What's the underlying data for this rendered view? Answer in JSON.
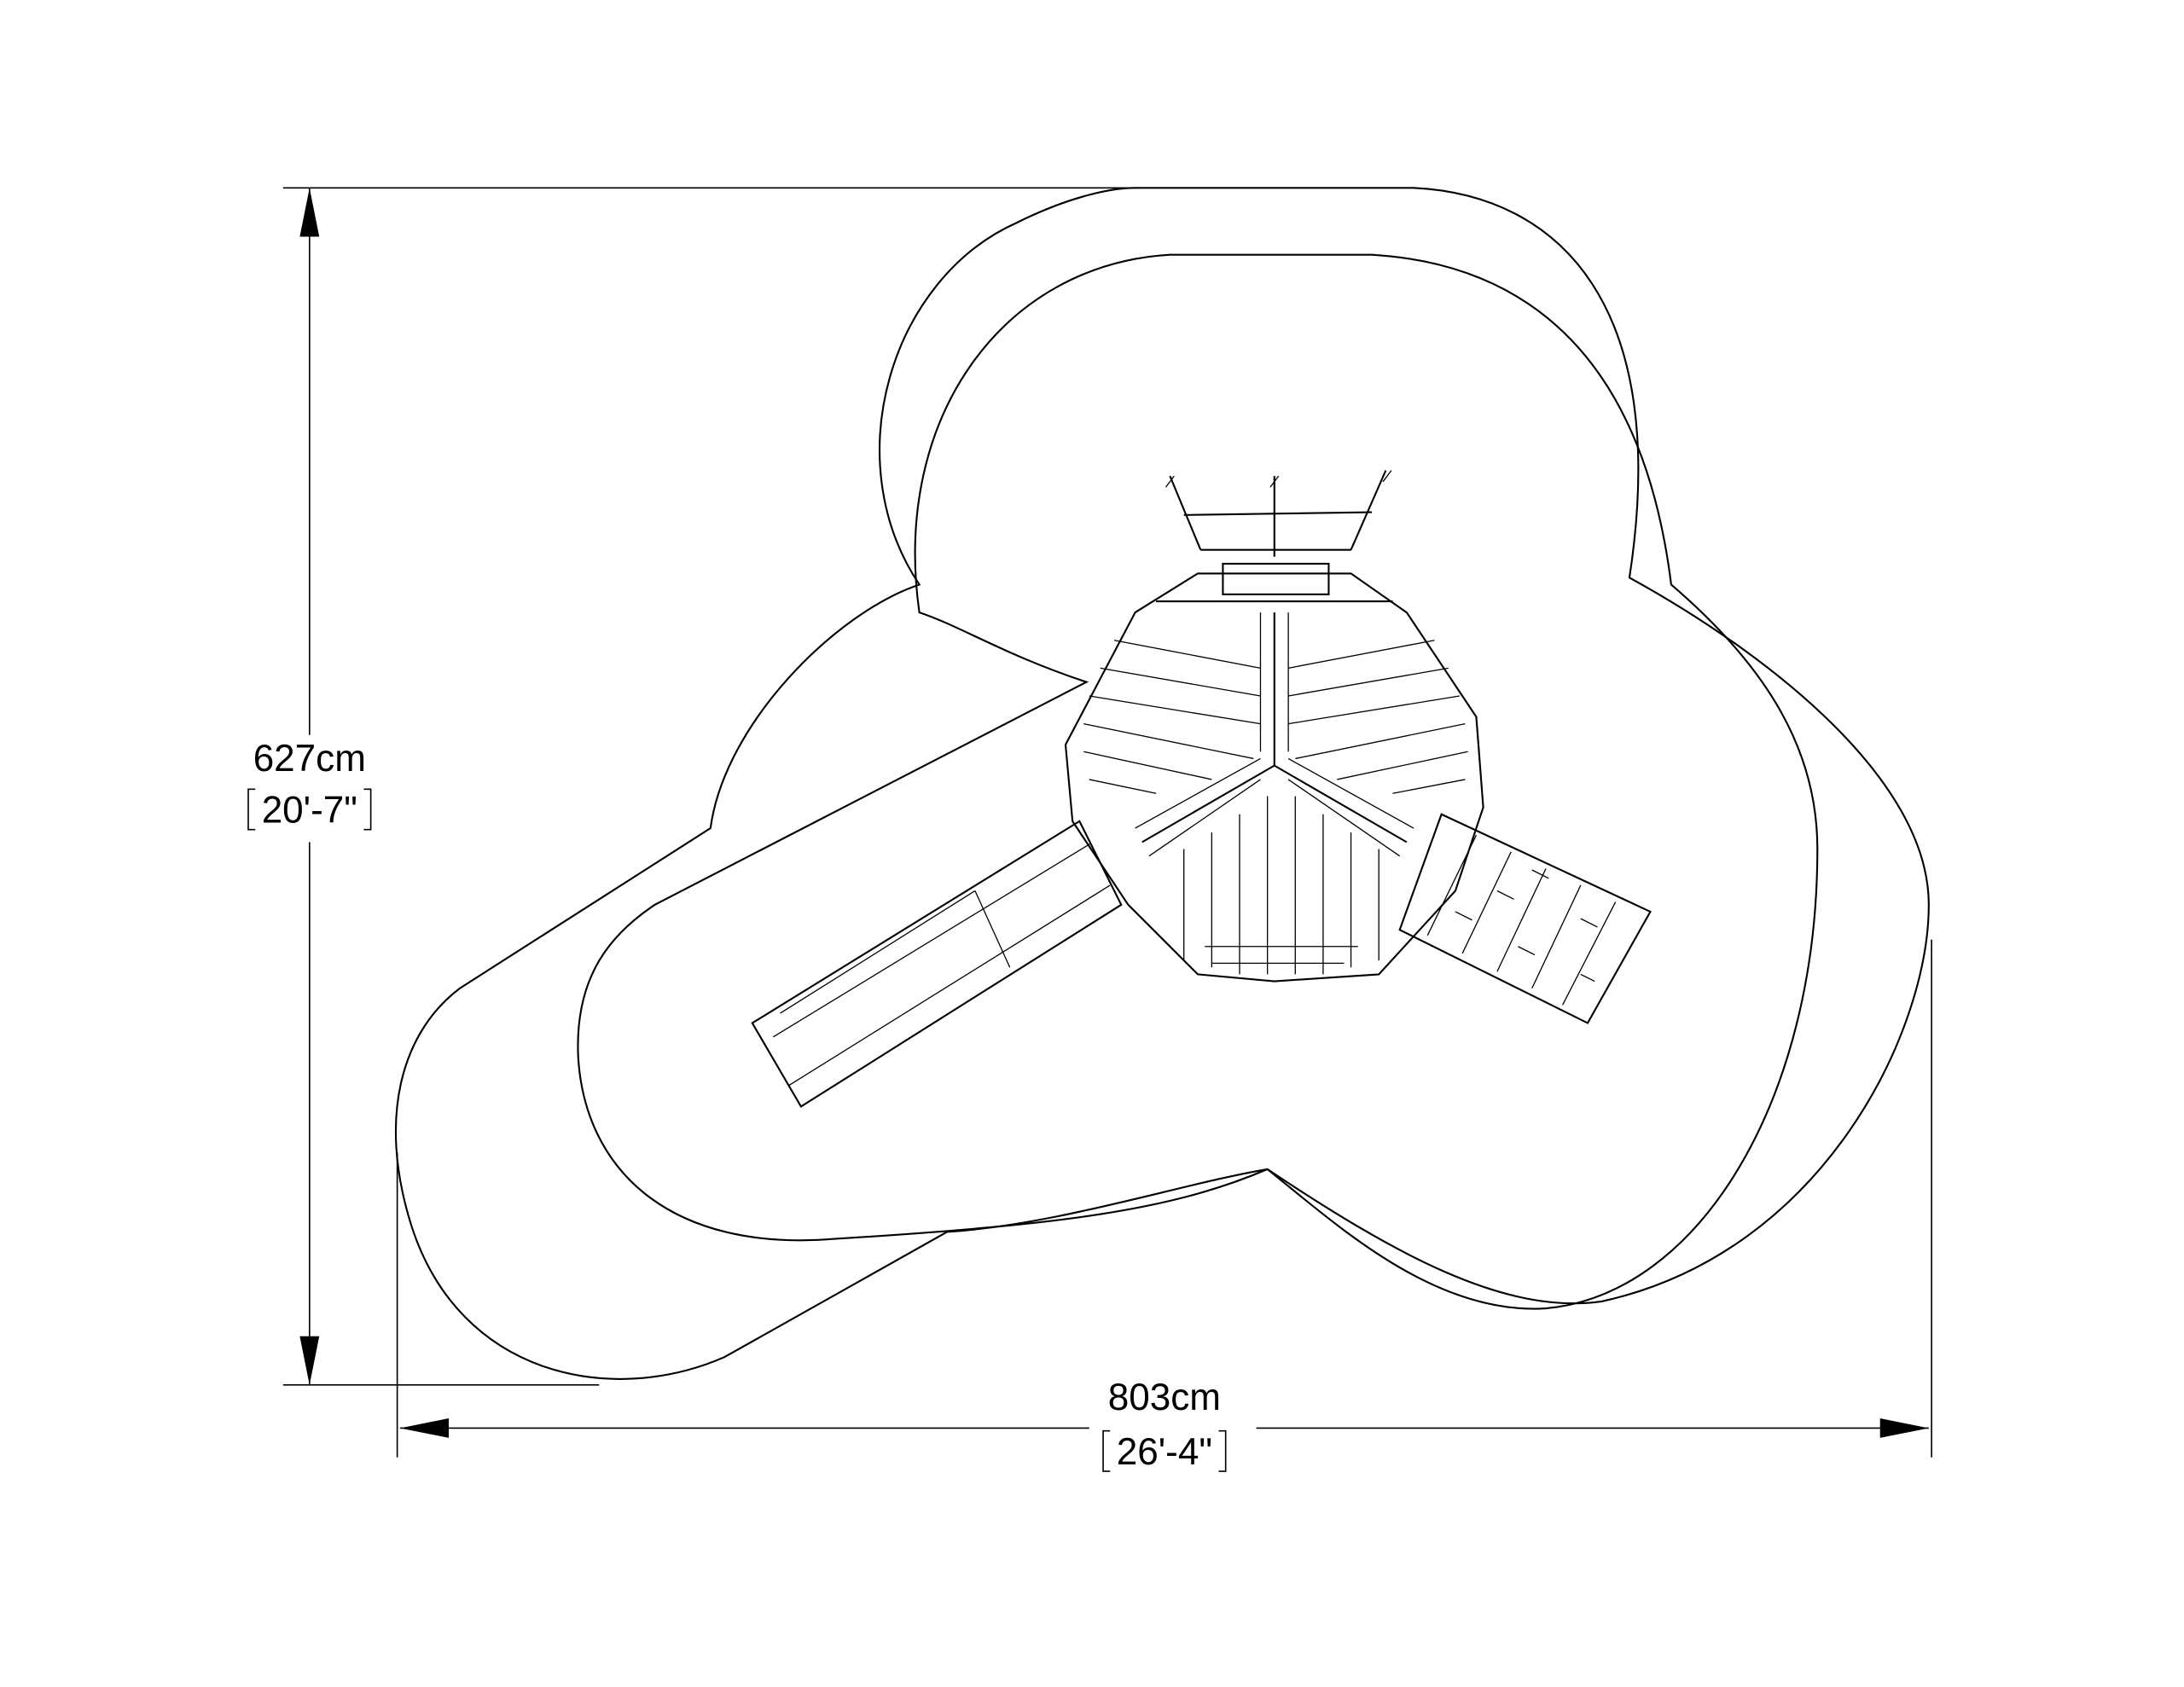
{
  "dimensions": {
    "height": {
      "metric": "627cm",
      "imperial": "20'-7\""
    },
    "width": {
      "metric": "803cm",
      "imperial": "26'-4\""
    }
  },
  "colors": {
    "line": "#000000",
    "background": "#ffffff"
  }
}
